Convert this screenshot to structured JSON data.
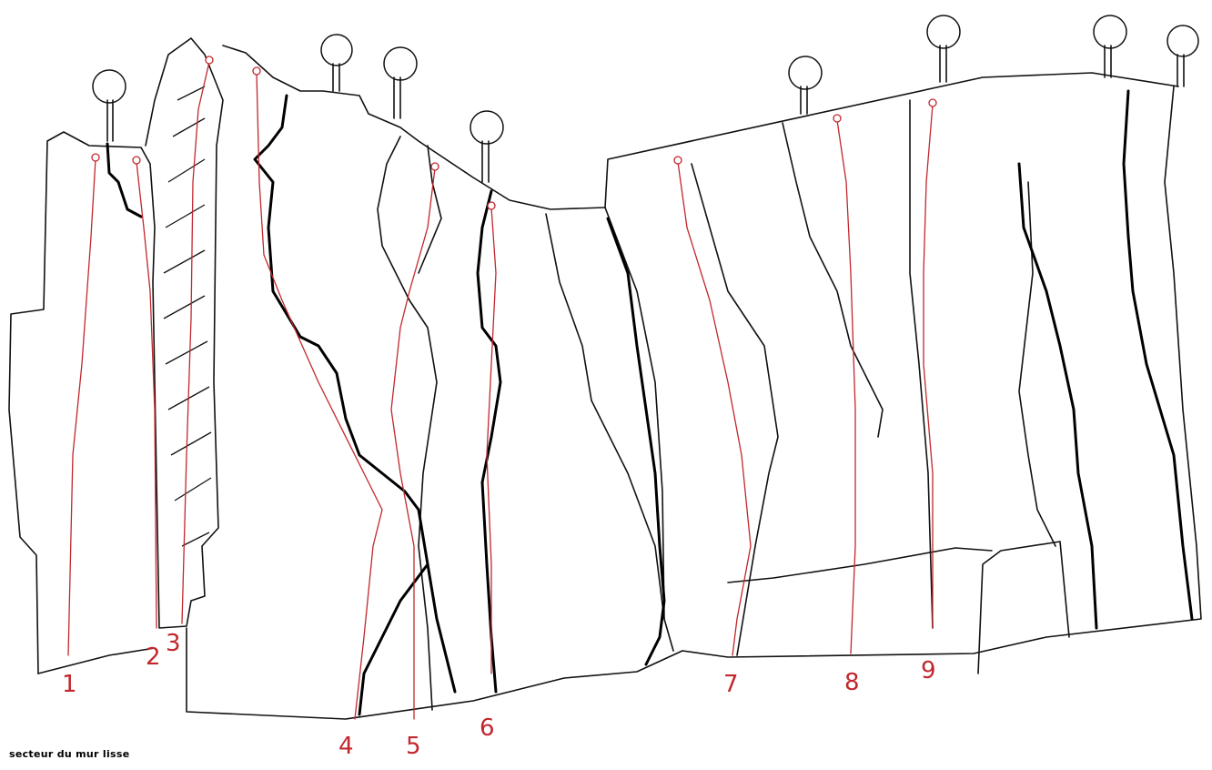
{
  "caption": "secteur du mur lisse",
  "route_labels": [
    "1",
    "2",
    "3",
    "4",
    "5",
    "6",
    "7",
    "8",
    "9"
  ],
  "colors": {
    "route": "#c1272d",
    "rock": "#111111"
  }
}
